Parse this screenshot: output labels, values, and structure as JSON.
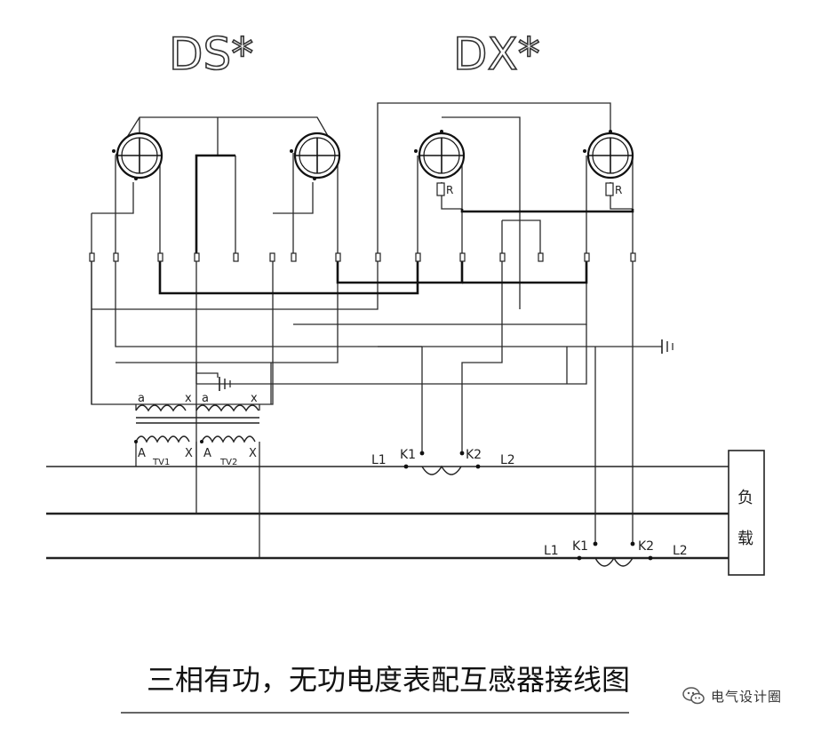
{
  "header": {
    "meter_ds": "DS*",
    "meter_dx": "DX*"
  },
  "meters": [
    {
      "id": "ds-left",
      "mark": ""
    },
    {
      "id": "ds-right",
      "mark": ""
    },
    {
      "id": "dx-left",
      "mark": "R"
    },
    {
      "id": "dx-right",
      "mark": "R"
    }
  ],
  "tv": {
    "tv1_secondary": [
      "a",
      "x"
    ],
    "tv2_secondary": [
      "a",
      "x"
    ],
    "tv1_primary": [
      "A",
      "X"
    ],
    "tv2_primary": [
      "A",
      "X"
    ],
    "tv1_label": "TV1",
    "tv2_label": "TV2"
  },
  "ct1": {
    "l1": "L1",
    "k1": "K1",
    "k2": "K2",
    "l2": "L2"
  },
  "ct2": {
    "l1": "L1",
    "k1": "K1",
    "k2": "K2",
    "l2": "L2"
  },
  "load": {
    "label_top": "负",
    "label_bottom": "载"
  },
  "caption": "三相有功，无功电度表配互感器接线图",
  "watermark": "电气设计圈",
  "icons": {
    "ground": "ground-icon",
    "watermark": "wechat-icon"
  }
}
